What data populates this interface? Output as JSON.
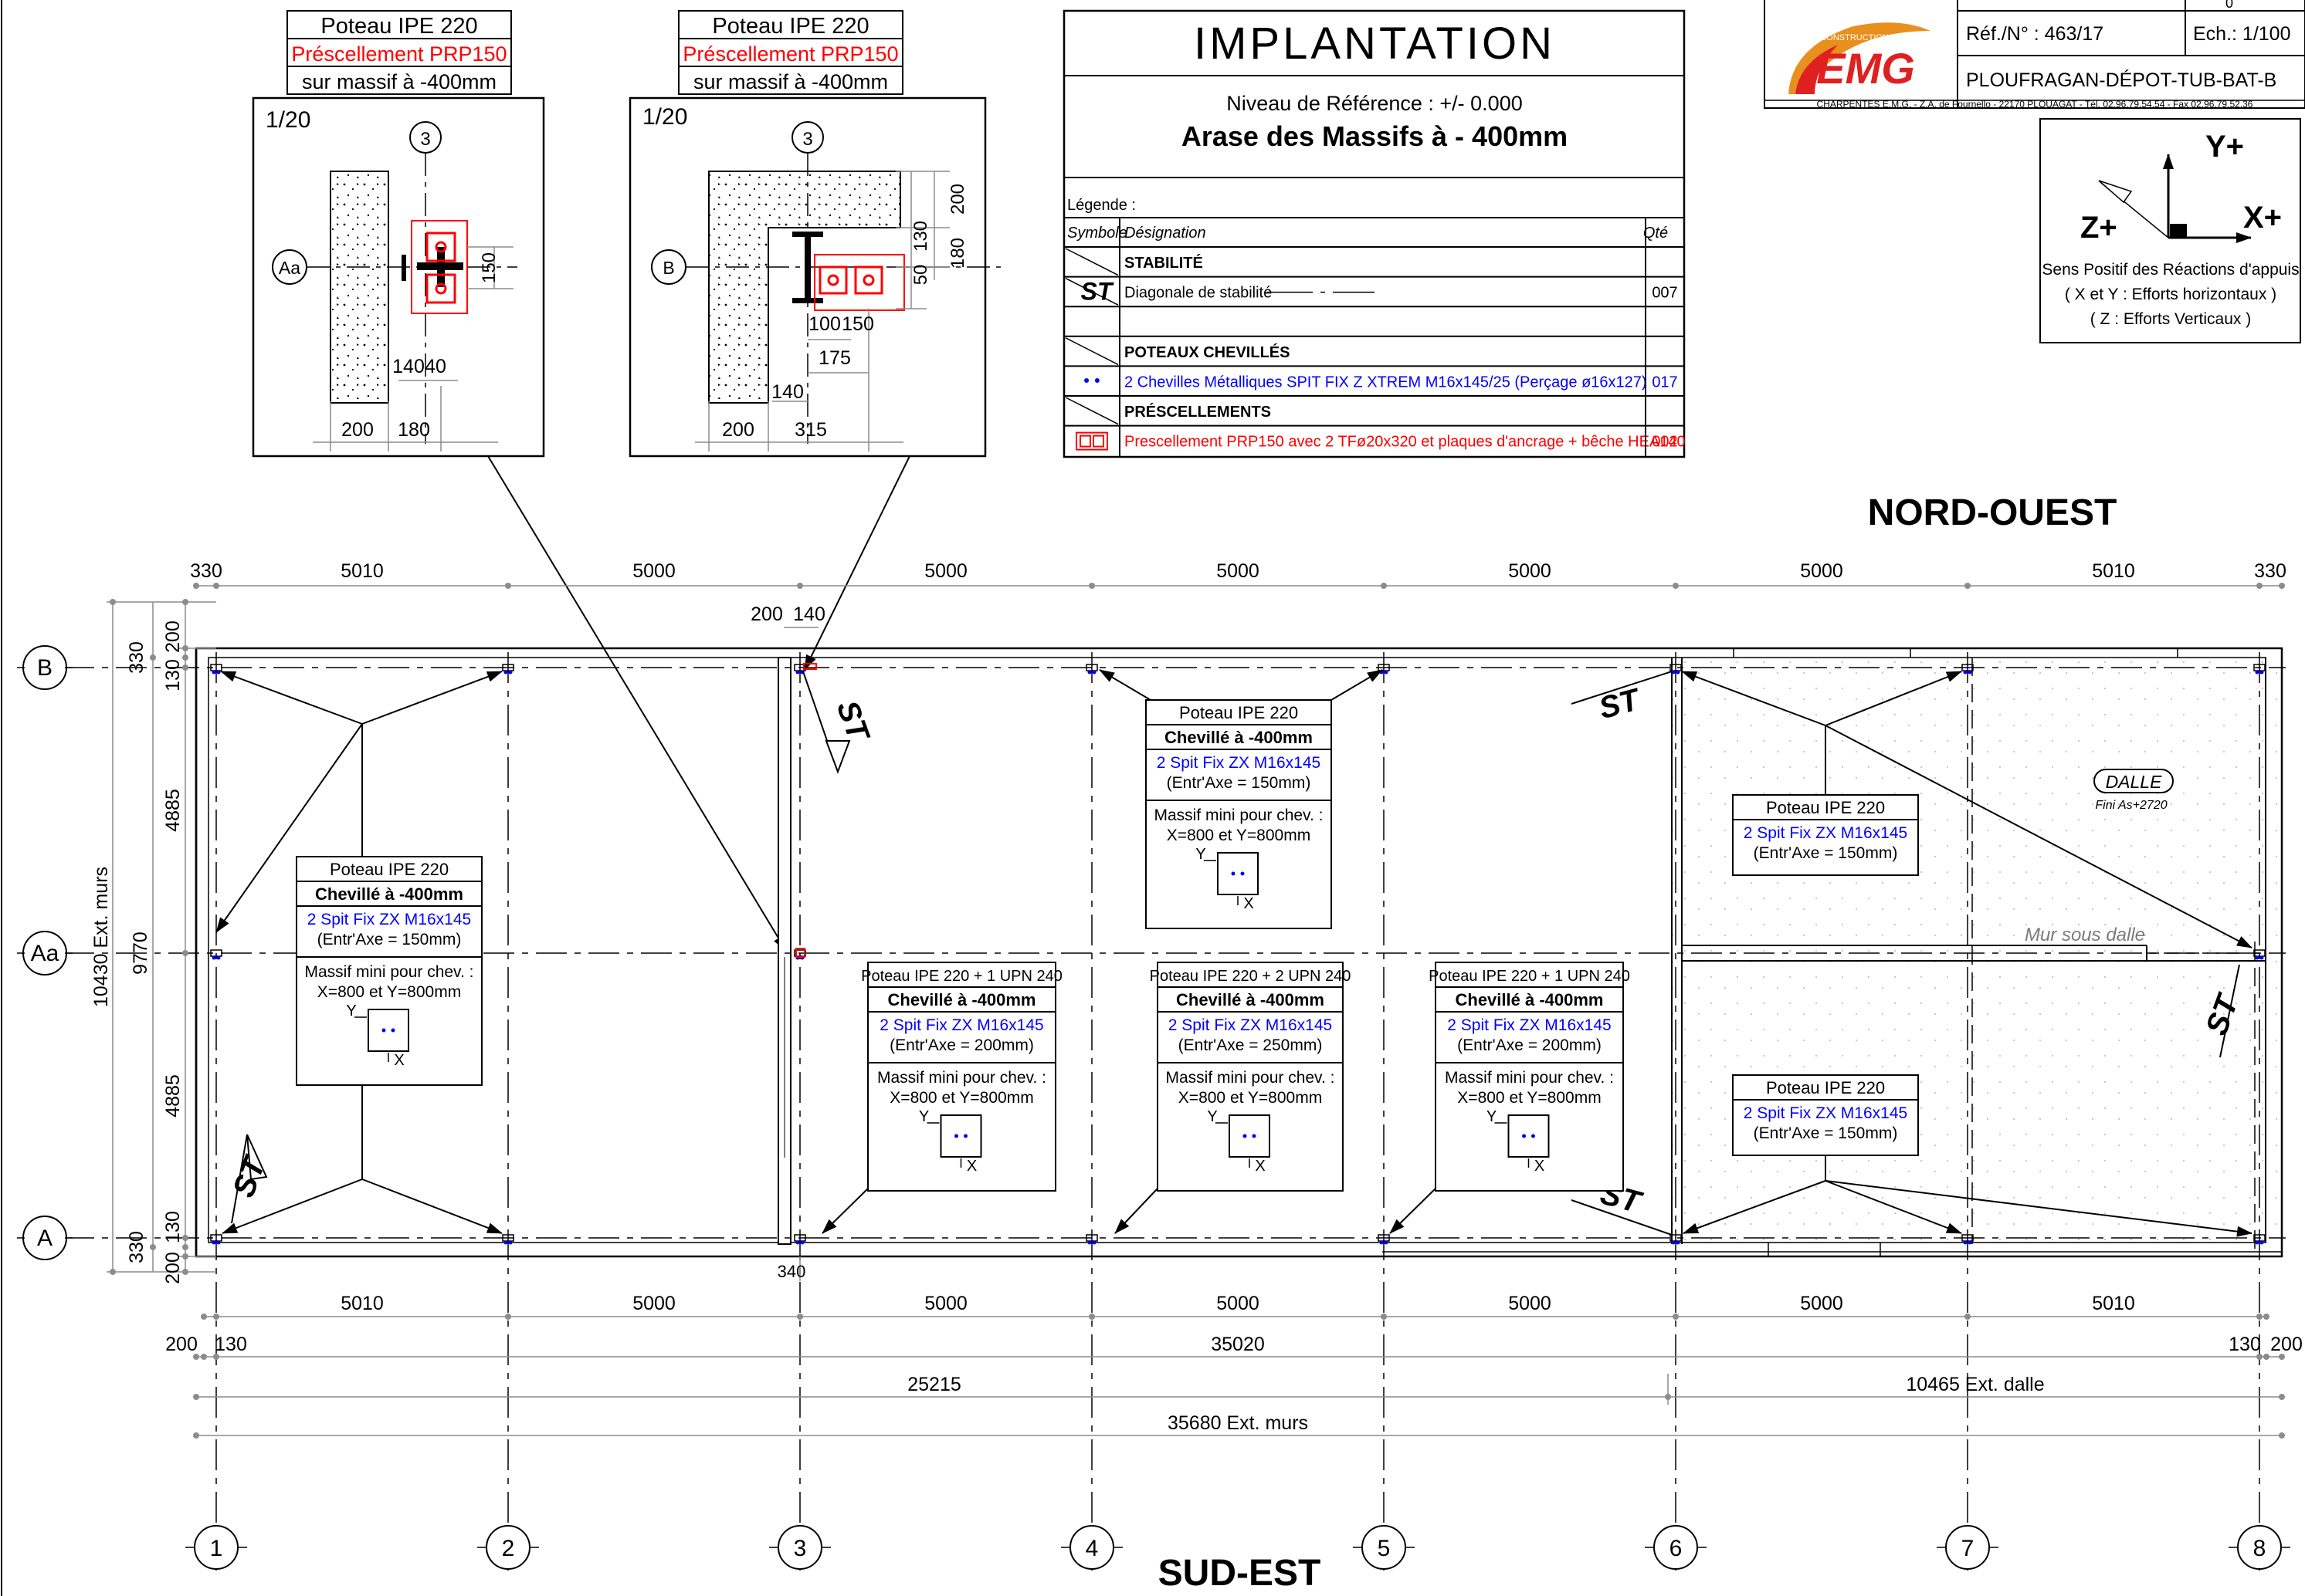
{
  "colors": {
    "ink": "#000000",
    "prescellement": "#ff0000",
    "chevilles": "#0000ff",
    "axis_gray": "#8c8c8c",
    "logo_orange": "#e8901e",
    "logo_red": "#e02020",
    "note_gray": "#7a7a7a"
  },
  "details": [
    {
      "title": "Poteau IPE 220",
      "subtitle": "Préscellement PRP150",
      "note": "sur massif à -400mm",
      "scale": "1/20",
      "axis_top": "3",
      "axis_left": "Aa",
      "dims_bottom": [
        "200",
        "180"
      ],
      "dims_inner": [
        "140",
        "40"
      ],
      "dim_right": "150"
    },
    {
      "title": "Poteau IPE 220",
      "subtitle": "Préscellement PRP150",
      "note": "sur massif à -400mm",
      "scale": "1/20",
      "axis_top": "3",
      "axis_left": "B",
      "dims_bottom": [
        "200",
        "315"
      ],
      "dims_inner": [
        "100",
        "150",
        "175",
        "140"
      ],
      "dims_right": [
        "200",
        "130",
        "180",
        "50"
      ]
    }
  ],
  "title_block": {
    "title": "IMPLANTATION",
    "reference_level": "Niveau de Référence : +/- 0.000",
    "subtitle": "Arase des Massifs à - 400mm",
    "legend_label": "Légende :",
    "col_symbol": "Symbole",
    "col_designation": "Désignation",
    "col_qty": "Qté",
    "rows": [
      {
        "symbol": "",
        "designation": "STABILITÉ",
        "qty": "",
        "kind": "section"
      },
      {
        "symbol": "ST",
        "designation": "Diagonale de stabilité",
        "qty": "007",
        "kind": "st"
      },
      {
        "symbol": "",
        "designation": "",
        "qty": "",
        "kind": "blank"
      },
      {
        "symbol": "",
        "designation": "POTEAUX CHEVILLÉS",
        "qty": "",
        "kind": "section"
      },
      {
        "symbol": "• •",
        "designation": "2 Chevilles Métalliques SPIT FIX Z XTREM M16x145/25 (Perçage ø16x127)",
        "qty": "017",
        "kind": "blue"
      },
      {
        "symbol": "",
        "designation": "PRÉSCELLEMENTS",
        "qty": "",
        "kind": "section"
      },
      {
        "symbol": "",
        "designation": "Prescellement PRP150 avec 2 TFø20x320 et plaques d'ancrage + bêche HEA140",
        "qty": "002",
        "kind": "red"
      }
    ]
  },
  "company": {
    "logo_text": "EMG",
    "logo_tagline": "CONSTRUCTIONS BOIS",
    "ref": "Réf./N° : 463/17",
    "scale": "Ech.: 1/100",
    "project": "PLOUFRAGAN-DÉPOT-TUB-BAT-B",
    "index": "0",
    "address": "CHARPENTES E.M.G. - Z.A. de Fournello - 22170 PLOUAGAT - Tél. 02.96.79.54.54 - Fax 02.96.79.52.36"
  },
  "axes_legend": {
    "y": "Y+",
    "x": "X+",
    "z": "Z+",
    "line1": "Sens Positif des Réactions d'appuis",
    "line2": "( X et Y : Efforts horizontaux )",
    "line3": "( Z : Efforts Verticaux )"
  },
  "orientation": {
    "north": "NORD-OUEST",
    "south": "SUD-EST"
  },
  "grid": {
    "columns": [
      "1",
      "2",
      "3",
      "4",
      "5",
      "6",
      "7",
      "8"
    ],
    "rows": [
      "B",
      "Aa",
      "A"
    ]
  },
  "dimensions": {
    "top_row": [
      "330",
      "5010",
      "5000",
      "5000",
      "5000",
      "5000",
      "5000",
      "5010",
      "330"
    ],
    "top_extra": [
      "200",
      "140"
    ],
    "bottom_row": [
      "5010",
      "5000",
      "5000",
      "5000",
      "5000",
      "5000",
      "5010"
    ],
    "total_row": [
      "200",
      "130",
      "35020",
      "130",
      "200"
    ],
    "slab_row": [
      "25215",
      "10465 Ext. dalle"
    ],
    "overall": "35680 Ext. murs",
    "left_outer": "10430 Ext. murs",
    "left_inner": "9770",
    "left_segments": [
      "200",
      "330",
      "130",
      "4885",
      "4885",
      "130",
      "330",
      "200"
    ],
    "col3_offset": "340"
  },
  "callouts": [
    {
      "title": "Poteau IPE 220",
      "mode": "Chevillé à -400mm",
      "anchors": "2 Spit Fix ZX M16x145",
      "spacing": "(Entr'Axe = 150mm)",
      "massif1": "Massif mini pour chev. :",
      "massif2": "X=800 et Y=800mm",
      "y": "Y",
      "x": "X"
    },
    {
      "title": "Poteau IPE 220",
      "mode": "Chevillé à -400mm",
      "anchors": "2 Spit Fix ZX M16x145",
      "spacing": "(Entr'Axe = 150mm)",
      "massif1": "Massif mini pour chev. :",
      "massif2": "X=800 et Y=800mm",
      "y": "Y",
      "x": "X"
    },
    {
      "title": "Poteau IPE 220 + 1 UPN 240",
      "mode": "Chevillé à -400mm",
      "anchors": "2 Spit Fix ZX M16x145",
      "spacing": "(Entr'Axe = 200mm)",
      "massif1": "Massif mini pour chev. :",
      "massif2": "X=800 et Y=800mm",
      "y": "Y",
      "x": "X"
    },
    {
      "title": "Poteau IPE 220 + 2 UPN 240",
      "mode": "Chevillé à -400mm",
      "anchors": "2 Spit Fix ZX M16x145",
      "spacing": "(Entr'Axe = 250mm)",
      "massif1": "Massif mini pour chev. :",
      "massif2": "X=800 et Y=800mm",
      "y": "Y",
      "x": "X"
    },
    {
      "title": "Poteau IPE 220 + 1 UPN 240",
      "mode": "Chevillé à -400mm",
      "anchors": "2 Spit Fix ZX M16x145",
      "spacing": "(Entr'Axe = 200mm)",
      "massif1": "Massif mini pour chev. :",
      "massif2": "X=800 et Y=800mm",
      "y": "Y",
      "x": "X"
    },
    {
      "title": "Poteau IPE 220",
      "anchors": "2 Spit Fix ZX M16x145",
      "spacing": "(Entr'Axe = 150mm)"
    },
    {
      "title": "Poteau IPE 220",
      "anchors": "2 Spit Fix ZX M16x145",
      "spacing": "(Entr'Axe = 150mm)"
    }
  ],
  "labels": {
    "st": "ST",
    "dalle": "DALLE",
    "dalle_level": "Fini As+2720",
    "mur_sous_dalle": "Mur sous dalle"
  }
}
